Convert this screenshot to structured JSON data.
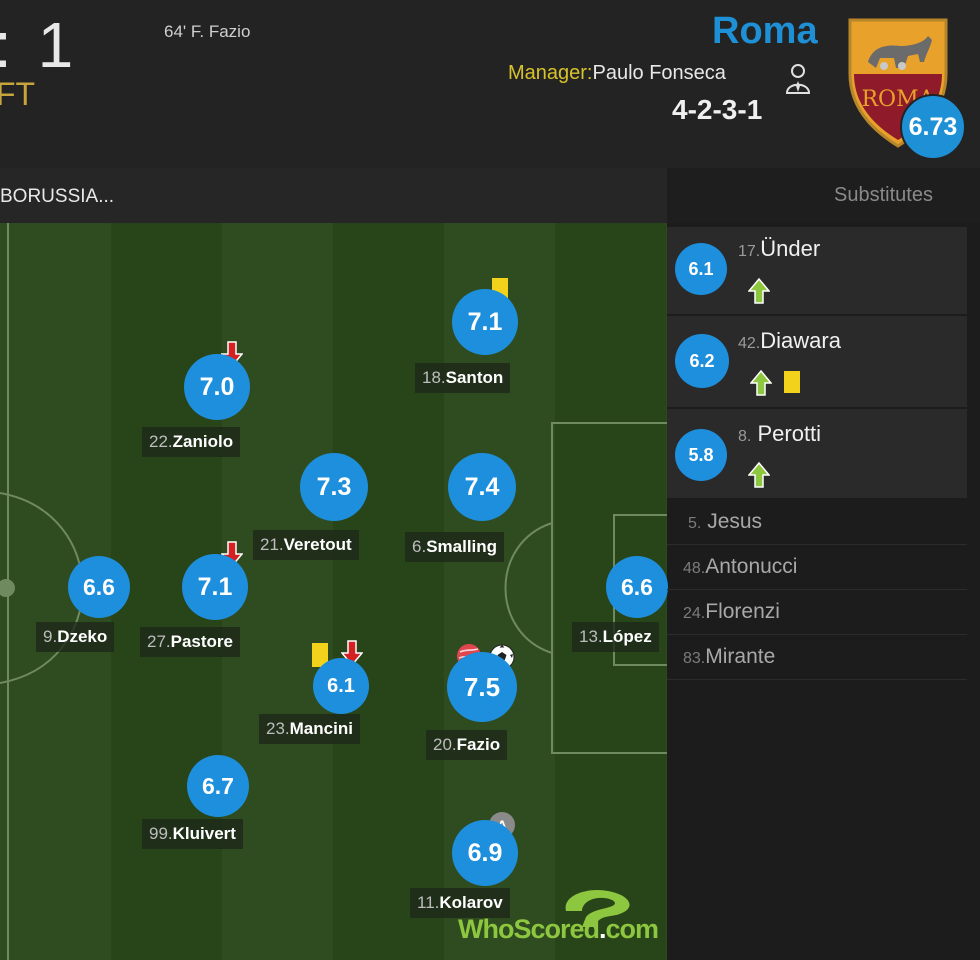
{
  "header": {
    "score_fragment": ": 1",
    "status": "FT",
    "goal_event": "64' F. Fazio",
    "team_name": "Roma",
    "manager_label": "Manager:",
    "manager_name": "Paulo Fonseca",
    "formation": "4-2-3-1",
    "team_rating": "6.73",
    "crest_text": "ROMA"
  },
  "tab": {
    "label": "BORUSSIA..."
  },
  "players": {
    "santon": {
      "num": "18.",
      "name": "Santon",
      "rating": "7.1"
    },
    "zaniolo": {
      "num": "22.",
      "name": "Zaniolo",
      "rating": "7.0"
    },
    "veretout": {
      "num": "21.",
      "name": "Veretout",
      "rating": "7.3"
    },
    "smalling": {
      "num": "6.",
      "name": "Smalling",
      "rating": "7.4"
    },
    "dzeko": {
      "num": "9.",
      "name": "Dzeko",
      "rating": "6.6"
    },
    "pastore": {
      "num": "27.",
      "name": "Pastore",
      "rating": "7.1"
    },
    "lopez": {
      "num": "13.",
      "name": "López",
      "rating": "6.6"
    },
    "mancini": {
      "num": "23.",
      "name": "Mancini",
      "rating": "6.1"
    },
    "fazio": {
      "num": "20.",
      "name": "Fazio",
      "rating": "7.5"
    },
    "kluivert": {
      "num": "99.",
      "name": "Kluivert",
      "rating": "6.7"
    },
    "kolarov": {
      "num": "11.",
      "name": "Kolarov",
      "rating": "6.9",
      "badge": "A"
    }
  },
  "substitutes": {
    "title": "Substitutes",
    "used": [
      {
        "num": "17.",
        "name": "Ünder",
        "rating": "6.1"
      },
      {
        "num": "42.",
        "name": "Diawara",
        "rating": "6.2"
      },
      {
        "num": "8.",
        "name": "Perotti",
        "rating": "5.8"
      }
    ],
    "unused": [
      {
        "num": "5.",
        "name": "Jesus"
      },
      {
        "num": "48.",
        "name": "Antonucci"
      },
      {
        "num": "24.",
        "name": "Florenzi"
      },
      {
        "num": "83.",
        "name": "Mirante"
      }
    ]
  },
  "logo": {
    "text_main": "WhoScored",
    "text_dot": ".",
    "text_tld": "com"
  },
  "colors": {
    "rating_blue": "#1e8fdc",
    "yellow_card": "#f2d21b",
    "sub_off_red": "#d42020",
    "sub_on_green": "#8dc63f"
  }
}
